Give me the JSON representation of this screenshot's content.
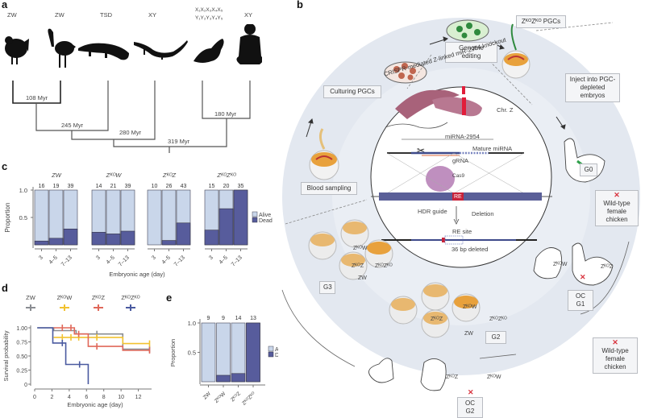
{
  "panels": {
    "a": {
      "letter": "a",
      "species": [
        {
          "name": "chicken",
          "sex_system": "ZW"
        },
        {
          "name": "emu",
          "sex_system": "ZW"
        },
        {
          "name": "crocodile",
          "sex_system": "TSD"
        },
        {
          "name": "lizard",
          "sex_system": "XY"
        },
        {
          "name": "platypus",
          "sex_system": "X1X2X3X4X5 Y1Y2Y3Y4Y5",
          "line1": "X₁X₂X₃X₄X₅",
          "line2": "Y₁Y₂Y₃Y₄Y₅"
        },
        {
          "name": "human",
          "sex_system": "XY"
        }
      ],
      "divergence_times": [
        "108 Myr",
        "245 Myr",
        "280 Myr",
        "180 Myr",
        "319 Myr"
      ]
    },
    "b": {
      "letter": "b",
      "labels": {
        "pgcs": "ZᴷᴼZᴷᴼ PGCs",
        "pgcs_sup": "KO",
        "genome_editing": "Genome editing",
        "culturing": "Culturing PGCs",
        "inject": "Inject into PGC-depleted embryos",
        "blood": "Blood sampling",
        "arc_text": "CRISPR-mediated Z-linked miR-2954 knockout",
        "chr_z": "Chr. Z",
        "mirna": "miRNA-2954",
        "mature": "Mature miRNA",
        "grna": "gRNA",
        "cas9": "Cas9",
        "re": "RE",
        "hdr": "HDR guide",
        "deletion": "Deletion",
        "re_site": "RE site",
        "deleted": "36 bp deleted",
        "g0": "G0",
        "wild_type_1": "Wild-type female chicken",
        "wild_type_2": "Wild-type female chicken",
        "oc_g1": "OC G1",
        "oc_g2": "OC G2",
        "g2": "G2",
        "g3": "G3",
        "geno_zkow": "ZᴷᴼW",
        "geno_zkoz": "ZᴷᴼZ",
        "geno_zkozko": "ZᴷᴼZᴷᴼ",
        "geno_zw": "ZW",
        "cross": "✕"
      }
    },
    "c": {
      "letter": "c"
    },
    "d": {
      "letter": "d"
    },
    "e": {
      "letter": "e"
    }
  },
  "colors": {
    "alive": "#c9d6ea",
    "dead": "#575c9c",
    "zw": "#8a8d92",
    "zkow": "#f2c230",
    "zkoz": "#e0685a",
    "zkozko": "#4a5aa0",
    "ring": "#e3e8f0",
    "cross": "#d8343f"
  },
  "chart_data": [
    {
      "id": "c",
      "type": "bar",
      "stacked": true,
      "ylabel": "Proportion",
      "xlabel": "Embryonic age (day)",
      "ylim": [
        0,
        1
      ],
      "yticks": [
        "0.5",
        "1.0"
      ],
      "legend": [
        "Alive",
        "Dead"
      ],
      "legend_position": "right",
      "groups": [
        {
          "title": "ZW",
          "categories": [
            "3",
            "4–5",
            "7–13"
          ],
          "n": [
            "16",
            "19",
            "39"
          ],
          "dead": [
            0.07,
            0.12,
            0.29
          ]
        },
        {
          "title": "ZᴷᴼW",
          "categories": [
            "3",
            "4–5",
            "7–13"
          ],
          "n": [
            "14",
            "21",
            "39"
          ],
          "dead": [
            0.23,
            0.2,
            0.25
          ]
        },
        {
          "title": "ZᴷᴼZ",
          "categories": [
            "3",
            "4–5",
            "7–13"
          ],
          "n": [
            "10",
            "26",
            "43"
          ],
          "dead": [
            0.0,
            0.08,
            0.4
          ]
        },
        {
          "title": "ZᴷᴼZᴷᴼ",
          "categories": [
            "3",
            "4–5",
            "7–13"
          ],
          "n": [
            "15",
            "20",
            "35"
          ],
          "dead": [
            0.27,
            0.66,
            1.0
          ]
        }
      ]
    },
    {
      "id": "d",
      "type": "line",
      "step": true,
      "ylabel": "Survival probability",
      "xlabel": "Embryonic age (day)",
      "xlim": [
        0,
        14
      ],
      "ylim": [
        0,
        1
      ],
      "xticks": [
        "0",
        "2",
        "4",
        "6",
        "8",
        "10",
        "12"
      ],
      "yticks": [
        "0",
        "0.25",
        "0.50",
        "0.75",
        "1.00"
      ],
      "legend_position": "top",
      "series": [
        {
          "name": "ZW",
          "color_key": "zw",
          "steps": [
            [
              0.3,
              1.0
            ],
            [
              2.2,
              0.95
            ],
            [
              4.8,
              0.89
            ],
            [
              10.2,
              0.62
            ],
            [
              13.3,
              0.62
            ]
          ],
          "censor": [
            [
              7.2,
              0.89
            ],
            [
              13.3,
              0.62
            ]
          ]
        },
        {
          "name": "ZᴷᴼW",
          "color_key": "zkow",
          "steps": [
            [
              2.2,
              0.83
            ],
            [
              10.2,
              0.72
            ],
            [
              13.3,
              0.72
            ]
          ],
          "censor": [
            [
              3.2,
              0.83
            ],
            [
              4.2,
              0.83
            ],
            [
              5.1,
              0.83
            ],
            [
              7.2,
              0.83
            ],
            [
              13.3,
              0.72
            ]
          ]
        },
        {
          "name": "ZᴷᴼZ",
          "color_key": "zkoz",
          "steps": [
            [
              2.2,
              1.0
            ],
            [
              4.6,
              0.89
            ],
            [
              6.2,
              0.67
            ],
            [
              10.2,
              0.6
            ],
            [
              13.3,
              0.6
            ]
          ],
          "censor": [
            [
              3.2,
              1.0
            ],
            [
              4.2,
              1.0
            ],
            [
              5.1,
              0.89
            ],
            [
              7.2,
              0.67
            ],
            [
              13.3,
              0.6
            ]
          ]
        },
        {
          "name": "ZᴷᴼZᴷᴼ",
          "color_key": "zkozko",
          "steps": [
            [
              0.3,
              1.0
            ],
            [
              2.1,
              0.73
            ],
            [
              3.6,
              0.35
            ],
            [
              6.2,
              0.0
            ]
          ],
          "censor": [
            [
              3.2,
              0.73
            ],
            [
              5.2,
              0.35
            ]
          ]
        }
      ]
    },
    {
      "id": "e",
      "type": "bar",
      "stacked": true,
      "ylabel": "Proportion",
      "ylim": [
        0,
        1
      ],
      "yticks": [
        "0.5",
        "1.0"
      ],
      "legend": [
        "Alive",
        "Dead"
      ],
      "legend_position": "right",
      "categories": [
        "ZW",
        "ZᴷᴼW",
        "ZᴷᴼZ",
        "ZᴷᴼZᴷᴼ"
      ],
      "n": [
        "9",
        "9",
        "14",
        "13"
      ],
      "dead": [
        0.0,
        0.11,
        0.14,
        1.0
      ]
    }
  ]
}
